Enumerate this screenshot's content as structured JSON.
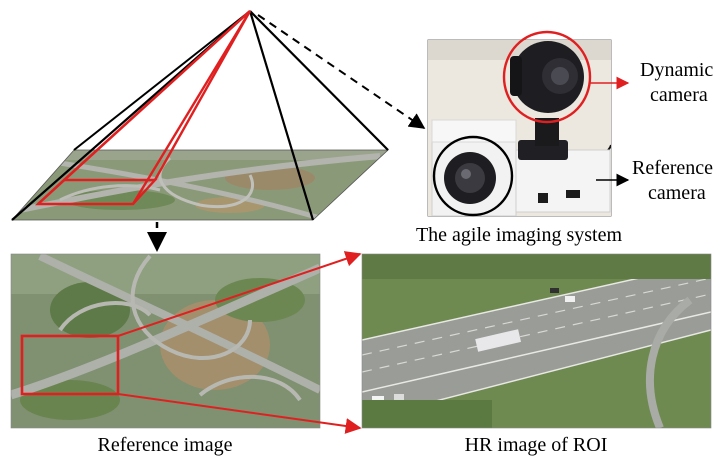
{
  "labels": {
    "dynamic_camera_line1": "Dynamic",
    "dynamic_camera_line2": "camera",
    "reference_camera_line1": "Reference",
    "reference_camera_line2": "camera",
    "system_caption": "The agile imaging system",
    "reference_image_caption": "Reference image",
    "hr_image_caption": "HR image of ROI"
  },
  "colors": {
    "highlight_red": "#e02020",
    "outline_black": "#000000",
    "aerial_field": "#8a9a78",
    "aerial_road": "#a9aba6",
    "aerial_grass": "#5e7a48",
    "aerial_soil": "#9b8a6a",
    "camera_housing": "#f2f2f2",
    "camera_dark": "#1e1e22",
    "photo_background": "#e9e4dc"
  },
  "icons": [
    "camera-icon",
    "arrow-icon"
  ]
}
